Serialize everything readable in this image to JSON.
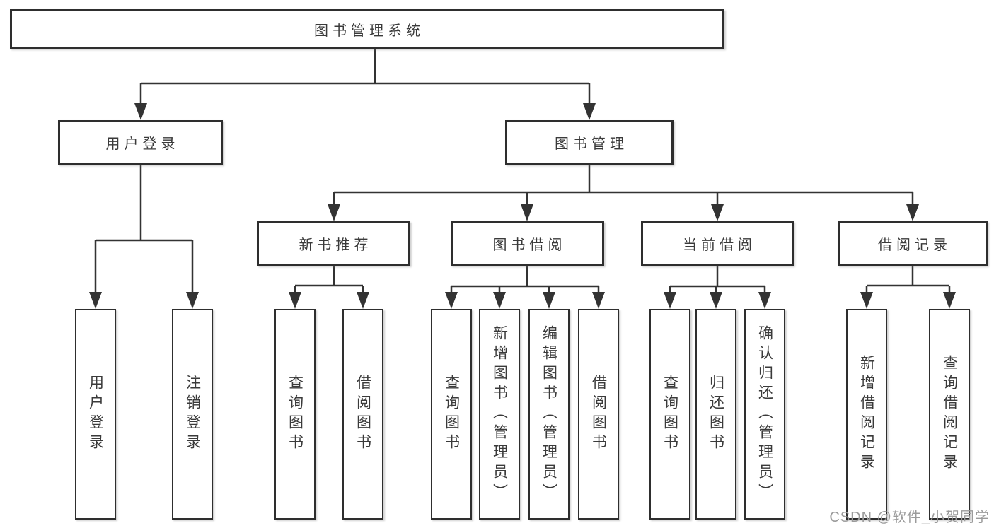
{
  "page": {
    "background": "#ffffff",
    "watermark": "CSDN @软件_小贺同学"
  },
  "colors": {
    "box_border": "#2e2e2e",
    "connector_line": "#333333",
    "node_text": "#3a3a3a",
    "watermark_text": "#9b9b9b"
  },
  "tree": {
    "root": {
      "label": "图书管理系统"
    },
    "branches": [
      {
        "label": "用户登录",
        "children": [
          {
            "label": "用户登录"
          },
          {
            "label": "注销登录"
          }
        ]
      },
      {
        "label": "图书管理",
        "children": [
          {
            "label": "新书推荐",
            "children": [
              {
                "label": "查询图书"
              },
              {
                "label": "借阅图书"
              }
            ]
          },
          {
            "label": "图书借阅",
            "children": [
              {
                "label": "查询图书"
              },
              {
                "label": "新增图书（管理员）"
              },
              {
                "label": "编辑图书（管理员）"
              },
              {
                "label": "借阅图书"
              }
            ]
          },
          {
            "label": "当前借阅",
            "children": [
              {
                "label": "查询图书"
              },
              {
                "label": "归还图书"
              },
              {
                "label": "确认归还（管理员）"
              }
            ]
          },
          {
            "label": "借阅记录",
            "children": [
              {
                "label": "新增借阅记录"
              },
              {
                "label": "查询借阅记录"
              }
            ]
          }
        ]
      }
    ]
  }
}
